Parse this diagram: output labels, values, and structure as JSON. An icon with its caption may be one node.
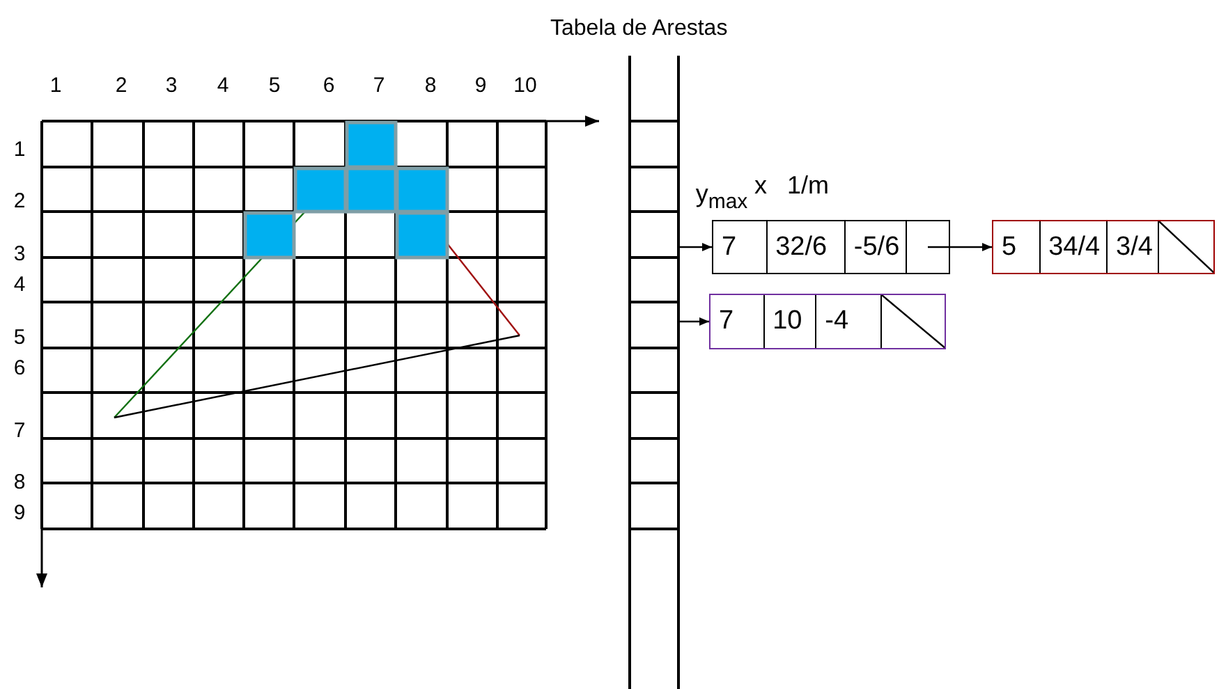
{
  "diagram": {
    "title": "Tabela de Arestas",
    "nodes": [
      {
        "text": [],
        "shape": "box"
      },
      {
        "text": [
          "7",
          "32/6",
          "-5/6"
        ]
      },
      {
        "text": [
          "5",
          "34/4",
          "3/4"
        ]
      },
      {
        "text": [
          "7",
          "10",
          "-4"
        ]
      }
    ],
    "edges": [
      {
        "from": 0,
        "to": 1,
        "arrow": "to"
      },
      {
        "from": 1,
        "to": 2,
        "arrow": "to"
      },
      {
        "from": 0,
        "to": 3,
        "arrow": "to"
      }
    ],
    "labels": [
      "1",
      "2",
      "3",
      "4",
      "5",
      "6",
      "7",
      "8",
      "9",
      "10",
      "1",
      "2",
      "3",
      "4",
      "5",
      "6",
      "7",
      "8",
      "9",
      "y$_{max}$",
      "x",
      "1/m"
    ]
  }
}
